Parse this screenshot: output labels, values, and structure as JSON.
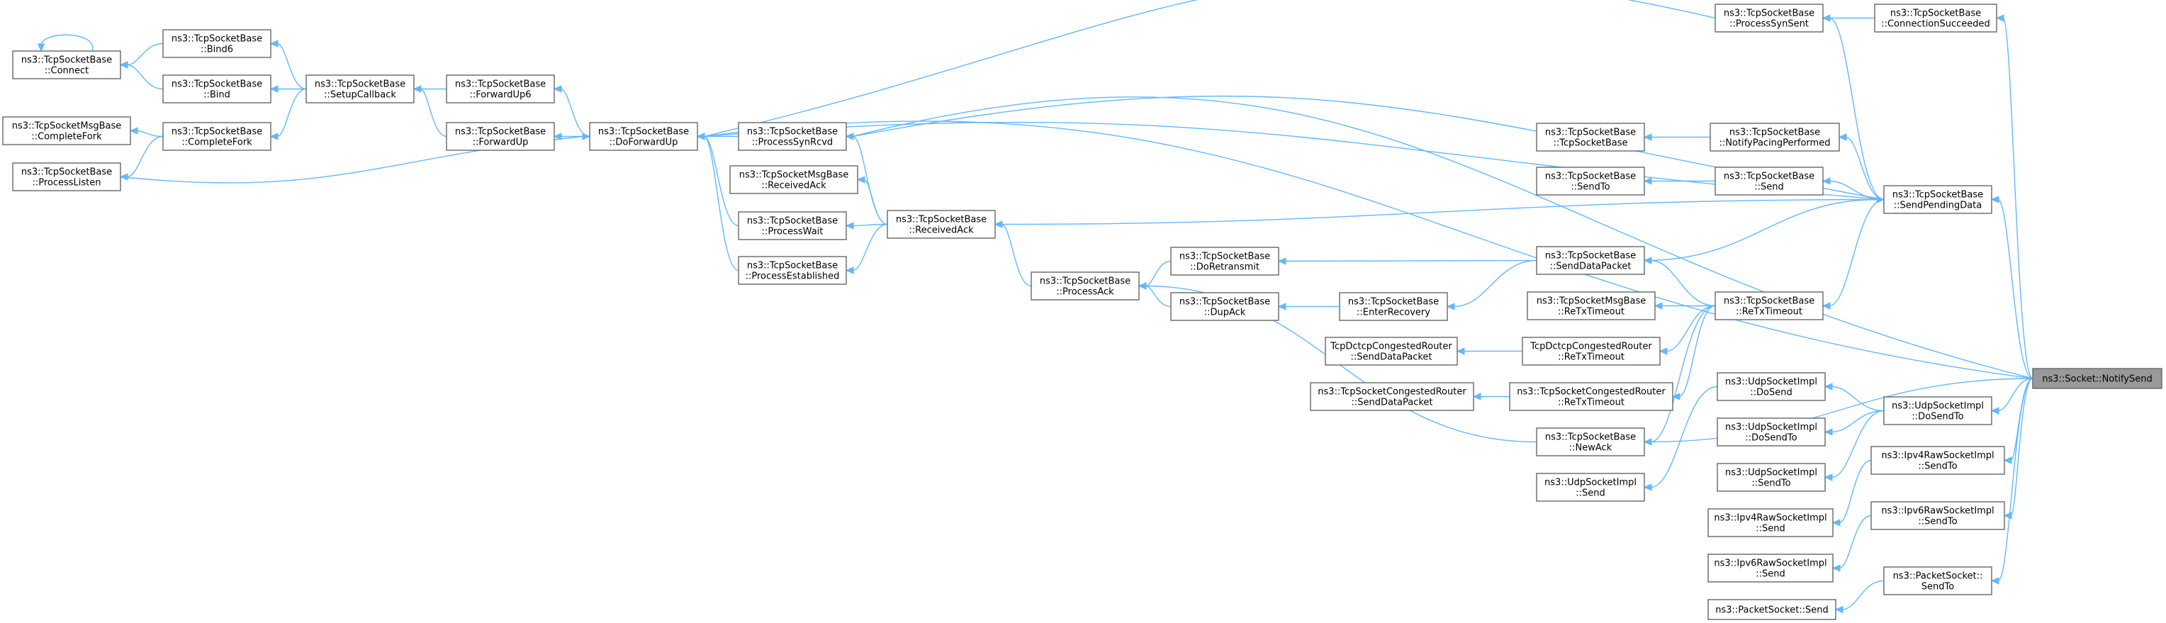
{
  "diagram": {
    "focus_node": "n_notify",
    "colors": {
      "edge": "#63b8ff",
      "node_border": "#666666",
      "node_fill": "#ffffff",
      "focus_fill": "#999999"
    },
    "nodes": [
      {
        "id": "n_connect",
        "lines": [
          "ns3::TcpSocketBase",
          "::Connect"
        ]
      },
      {
        "id": "n_bind6",
        "lines": [
          "ns3::TcpSocketBase",
          "::Bind6"
        ]
      },
      {
        "id": "n_bind",
        "lines": [
          "ns3::TcpSocketBase",
          "::Bind"
        ]
      },
      {
        "id": "n_msgcompletefork",
        "lines": [
          "ns3::TcpSocketMsgBase",
          "::CompleteFork"
        ]
      },
      {
        "id": "n_completefork",
        "lines": [
          "ns3::TcpSocketBase",
          "::CompleteFork"
        ]
      },
      {
        "id": "n_processlisten",
        "lines": [
          "ns3::TcpSocketBase",
          "::ProcessListen"
        ]
      },
      {
        "id": "n_setupcallback",
        "lines": [
          "ns3::TcpSocketBase",
          "::SetupCallback"
        ]
      },
      {
        "id": "n_forwardup6",
        "lines": [
          "ns3::TcpSocketBase",
          "::ForwardUp6"
        ]
      },
      {
        "id": "n_forwardup",
        "lines": [
          "ns3::TcpSocketBase",
          "::ForwardUp"
        ]
      },
      {
        "id": "n_doforwardup",
        "lines": [
          "ns3::TcpSocketBase",
          "::DoForwardUp"
        ]
      },
      {
        "id": "n_processsynrcvd",
        "lines": [
          "ns3::TcpSocketBase",
          "::ProcessSynRcvd"
        ]
      },
      {
        "id": "n_msgreceivedack",
        "lines": [
          "ns3::TcpSocketMsgBase",
          "::ReceivedAck"
        ]
      },
      {
        "id": "n_processwait",
        "lines": [
          "ns3::TcpSocketBase",
          "::ProcessWait"
        ]
      },
      {
        "id": "n_processestablished",
        "lines": [
          "ns3::TcpSocketBase",
          "::ProcessEstablished"
        ]
      },
      {
        "id": "n_receivedack",
        "lines": [
          "ns3::TcpSocketBase",
          "::ReceivedAck"
        ]
      },
      {
        "id": "n_processack",
        "lines": [
          "ns3::TcpSocketBase",
          "::ProcessAck"
        ]
      },
      {
        "id": "n_doretransmit",
        "lines": [
          "ns3::TcpSocketBase",
          "::DoRetransmit"
        ]
      },
      {
        "id": "n_dupack",
        "lines": [
          "ns3::TcpSocketBase",
          "::DupAck"
        ]
      },
      {
        "id": "n_enterrecovery",
        "lines": [
          "ns3::TcpSocketBase",
          "::EnterRecovery"
        ]
      },
      {
        "id": "n_dctcpsenddata",
        "lines": [
          "TcpDctcpCongestedRouter",
          "::SendDataPacket"
        ]
      },
      {
        "id": "n_congsenddata",
        "lines": [
          "ns3::TcpSocketCongestedRouter",
          "::SendDataPacket"
        ]
      },
      {
        "id": "n_processsynsent",
        "lines": [
          "ns3::TcpSocketBase",
          "::ProcessSynSent"
        ]
      },
      {
        "id": "n_connectionsucceeded",
        "lines": [
          "ns3::TcpSocketBase",
          "::ConnectionSucceeded"
        ]
      },
      {
        "id": "n_tcpsocketbase",
        "lines": [
          "ns3::TcpSocketBase",
          "::TcpSocketBase"
        ]
      },
      {
        "id": "n_notifypacing",
        "lines": [
          "ns3::TcpSocketBase",
          "::NotifyPacingPerformed"
        ]
      },
      {
        "id": "n_sendto_tcp",
        "lines": [
          "ns3::TcpSocketBase",
          "::SendTo"
        ]
      },
      {
        "id": "n_send_tcp",
        "lines": [
          "ns3::TcpSocketBase",
          "::Send"
        ]
      },
      {
        "id": "n_senddatapacket",
        "lines": [
          "ns3::TcpSocketBase",
          "::SendDataPacket"
        ]
      },
      {
        "id": "n_msgretxtimeout",
        "lines": [
          "ns3::TcpSocketMsgBase",
          "::ReTxTimeout"
        ]
      },
      {
        "id": "n_dctcpretx",
        "lines": [
          "TcpDctcpCongestedRouter",
          "::ReTxTimeout"
        ]
      },
      {
        "id": "n_congretx",
        "lines": [
          "ns3::TcpSocketCongestedRouter",
          "::ReTxTimeout"
        ]
      },
      {
        "id": "n_newack",
        "lines": [
          "ns3::TcpSocketBase",
          "::NewAck"
        ]
      },
      {
        "id": "n_udpsend",
        "lines": [
          "ns3::UdpSocketImpl",
          "::Send"
        ]
      },
      {
        "id": "n_retxtimeout",
        "lines": [
          "ns3::TcpSocketBase",
          "::ReTxTimeout"
        ]
      },
      {
        "id": "n_sendpending",
        "lines": [
          "ns3::TcpSocketBase",
          "::SendPendingData"
        ]
      },
      {
        "id": "n_udpdosend",
        "lines": [
          "ns3::UdpSocketImpl",
          "::DoSend"
        ]
      },
      {
        "id": "n_udpdosendto_left",
        "lines": [
          "ns3::UdpSocketImpl",
          "::DoSendTo"
        ]
      },
      {
        "id": "n_udpsendto",
        "lines": [
          "ns3::UdpSocketImpl",
          "::SendTo"
        ]
      },
      {
        "id": "n_ipv4send",
        "lines": [
          "ns3::Ipv4RawSocketImpl",
          "::Send"
        ]
      },
      {
        "id": "n_ipv6send",
        "lines": [
          "ns3::Ipv6RawSocketImpl",
          "::Send"
        ]
      },
      {
        "id": "n_packetsend",
        "lines": [
          "ns3::PacketSocket::Send"
        ]
      },
      {
        "id": "n_udpdosendto",
        "lines": [
          "ns3::UdpSocketImpl",
          "::DoSendTo"
        ]
      },
      {
        "id": "n_ipv4sendto",
        "lines": [
          "ns3::Ipv4RawSocketImpl",
          "::SendTo"
        ]
      },
      {
        "id": "n_ipv6sendto",
        "lines": [
          "ns3::Ipv6RawSocketImpl",
          "::SendTo"
        ]
      },
      {
        "id": "n_packetsendto",
        "lines": [
          "ns3::PacketSocket::",
          "SendTo"
        ]
      },
      {
        "id": "n_notify",
        "lines": [
          "ns3::Socket::NotifySend"
        ]
      }
    ],
    "edges": [
      {
        "from": "n_connect",
        "to": "n_connect"
      },
      {
        "from": "n_connect",
        "to": "n_bind6"
      },
      {
        "from": "n_connect",
        "to": "n_bind"
      },
      {
        "from": "n_bind6",
        "to": "n_setupcallback"
      },
      {
        "from": "n_bind",
        "to": "n_setupcallback"
      },
      {
        "from": "n_msgcompletefork",
        "to": "n_completefork"
      },
      {
        "from": "n_completefork",
        "to": "n_setupcallback"
      },
      {
        "from": "n_processlisten",
        "to": "n_completefork"
      },
      {
        "from": "n_setupcallback",
        "to": "n_forwardup6"
      },
      {
        "from": "n_setupcallback",
        "to": "n_forwardup"
      },
      {
        "from": "n_forwardup6",
        "to": "n_doforwardup"
      },
      {
        "from": "n_forwardup",
        "to": "n_doforwardup"
      },
      {
        "from": "n_doforwardup",
        "to": "n_processlisten"
      },
      {
        "from": "n_doforwardup",
        "to": "n_processsynrcvd"
      },
      {
        "from": "n_doforwardup",
        "to": "n_processwait"
      },
      {
        "from": "n_doforwardup",
        "to": "n_processestablished"
      },
      {
        "from": "n_doforwardup",
        "to": "n_processsynsent"
      },
      {
        "from": "n_processsynrcvd",
        "to": "n_receivedack"
      },
      {
        "from": "n_msgreceivedack",
        "to": "n_receivedack"
      },
      {
        "from": "n_processwait",
        "to": "n_receivedack"
      },
      {
        "from": "n_processestablished",
        "to": "n_receivedack"
      },
      {
        "from": "n_receivedack",
        "to": "n_processack"
      },
      {
        "from": "n_processack",
        "to": "n_doretransmit"
      },
      {
        "from": "n_processack",
        "to": "n_dupack"
      },
      {
        "from": "n_dupack",
        "to": "n_enterrecovery"
      },
      {
        "from": "n_enterrecovery",
        "to": "n_senddatapacket"
      },
      {
        "from": "n_doretransmit",
        "to": "n_senddatapacket"
      },
      {
        "from": "n_dctcpsenddata",
        "to": "n_dctcpretx"
      },
      {
        "from": "n_congsenddata",
        "to": "n_congretx"
      },
      {
        "from": "n_processsynsent",
        "to": "n_connectionsucceeded"
      },
      {
        "from": "n_processsynsent",
        "to": "n_sendpending"
      },
      {
        "from": "n_processsynrcvd",
        "to": "n_sendpending"
      },
      {
        "from": "n_doforwardup",
        "to": "n_sendpending"
      },
      {
        "from": "n_receivedack",
        "to": "n_sendpending"
      },
      {
        "from": "n_tcpsocketbase",
        "to": "n_notifypacing"
      },
      {
        "from": "n_notifypacing",
        "to": "n_sendpending"
      },
      {
        "from": "n_sendto_tcp",
        "to": "n_send_tcp"
      },
      {
        "from": "n_send_tcp",
        "to": "n_sendpending"
      },
      {
        "from": "n_sendpending",
        "to": "n_senddatapacket"
      },
      {
        "from": "n_retxtimeout",
        "to": "n_sendpending"
      },
      {
        "from": "n_senddatapacket",
        "to": "n_retxtimeout"
      },
      {
        "from": "n_msgretxtimeout",
        "to": "n_retxtimeout"
      },
      {
        "from": "n_dctcpretx",
        "to": "n_retxtimeout"
      },
      {
        "from": "n_congretx",
        "to": "n_retxtimeout"
      },
      {
        "from": "n_processack",
        "to": "n_newack"
      },
      {
        "from": "n_newack",
        "to": "n_retxtimeout"
      },
      {
        "from": "n_udpsend",
        "to": "n_udpdosend"
      },
      {
        "from": "n_udpdosend",
        "to": "n_udpdosendto"
      },
      {
        "from": "n_udpdosendto_left",
        "to": "n_udpdosendto"
      },
      {
        "from": "n_udpsendto",
        "to": "n_udpdosendto"
      },
      {
        "from": "n_ipv4send",
        "to": "n_ipv4sendto"
      },
      {
        "from": "n_ipv6send",
        "to": "n_ipv6sendto"
      },
      {
        "from": "n_packetsend",
        "to": "n_packetsendto"
      },
      {
        "from": "n_connectionsucceeded",
        "to": "n_notify"
      },
      {
        "from": "n_sendpending",
        "to": "n_notify"
      },
      {
        "from": "n_doforwardup",
        "to": "n_notify"
      },
      {
        "from": "n_processsynrcvd",
        "to": "n_notify"
      },
      {
        "from": "n_newack",
        "to": "n_notify"
      },
      {
        "from": "n_udpdosendto",
        "to": "n_notify"
      },
      {
        "from": "n_ipv4sendto",
        "to": "n_notify"
      },
      {
        "from": "n_ipv6sendto",
        "to": "n_notify"
      },
      {
        "from": "n_packetsendto",
        "to": "n_notify"
      }
    ]
  }
}
